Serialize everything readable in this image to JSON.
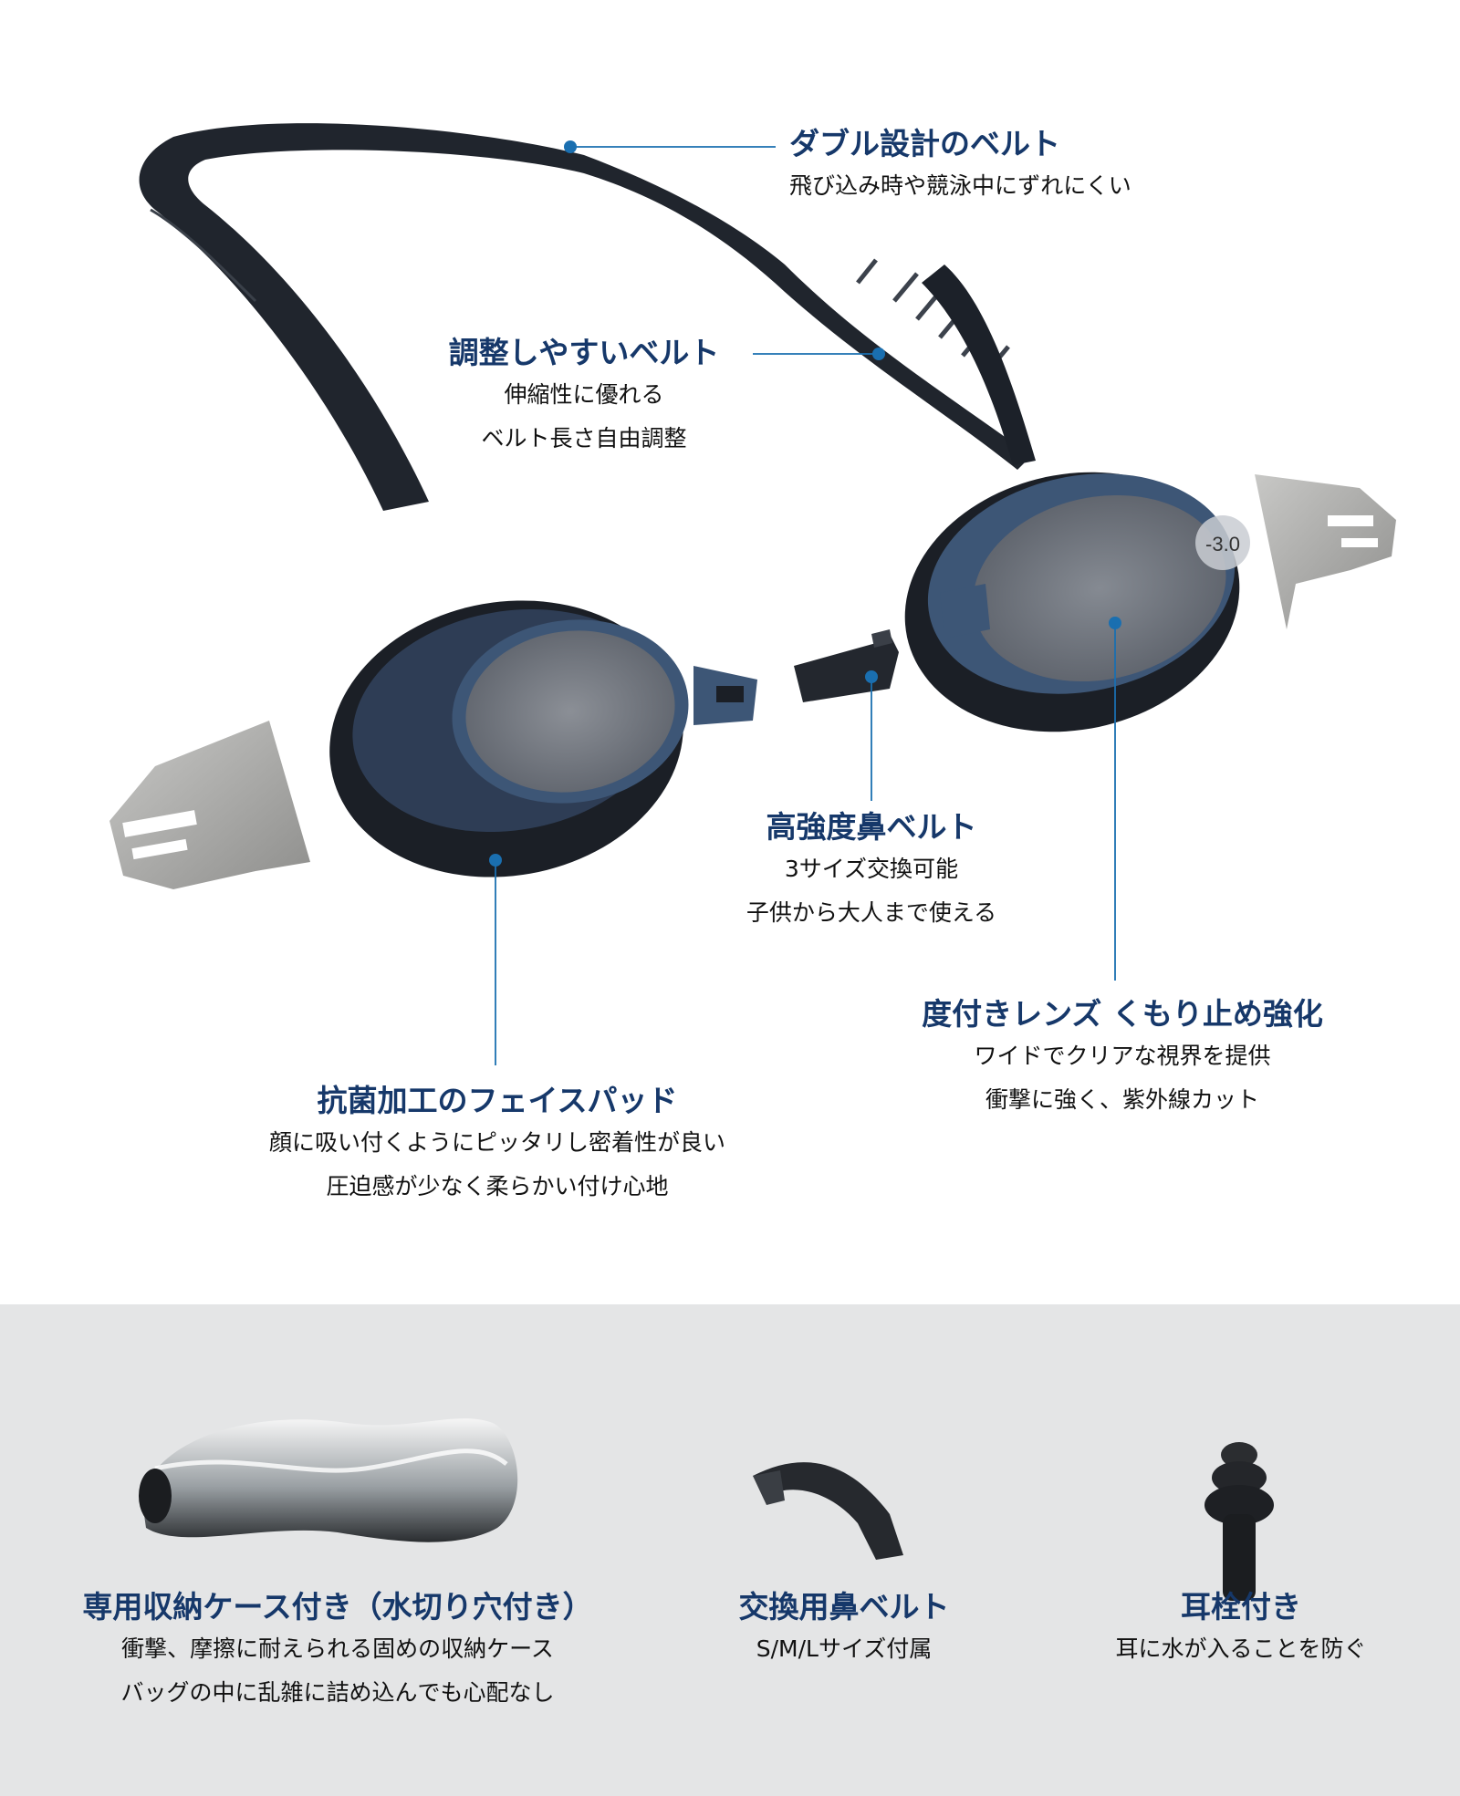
{
  "features": {
    "double_belt": {
      "title": "ダブル設計のベルト",
      "lines": [
        "飛び込み時や競泳中にずれにくい"
      ]
    },
    "adjustable_belt": {
      "title": "調整しやすいベルト",
      "lines": [
        "伸縮性に優れる",
        "ベルト長さ自由調整"
      ]
    },
    "nose_belt": {
      "title": "高強度鼻ベルト",
      "lines": [
        "3サイズ交換可能",
        "子供から大人まで使える"
      ]
    },
    "lens": {
      "title": "度付きレンズ くもり止め強化",
      "lines": [
        "ワイドでクリアな視界を提供",
        "衝撃に強く、紫外線カット"
      ]
    },
    "face_pad": {
      "title": "抗菌加工のフェイスパッド",
      "lines": [
        "顔に吸い付くようにピッタリし密着性が良い",
        "圧迫感が少なく柔らかい付け心地"
      ]
    }
  },
  "lens_marking": "-3.0",
  "accessories": [
    {
      "title": "専用収納ケース付き（水切り穴付き）",
      "lines": [
        "衝撃、摩擦に耐えられる固めの収納ケース",
        "バッグの中に乱雑に詰め込んでも心配なし"
      ]
    },
    {
      "title": "交換用鼻ベルト",
      "lines": [
        "S/M/Lサイズ付属"
      ]
    },
    {
      "title": "耳栓付き",
      "lines": [
        "耳に水が入ることを防ぐ"
      ]
    }
  ],
  "colors": {
    "title_navy": "#16386a",
    "callout_blue": "#1a6fb0",
    "bottom_band": "#e4e5e6"
  }
}
